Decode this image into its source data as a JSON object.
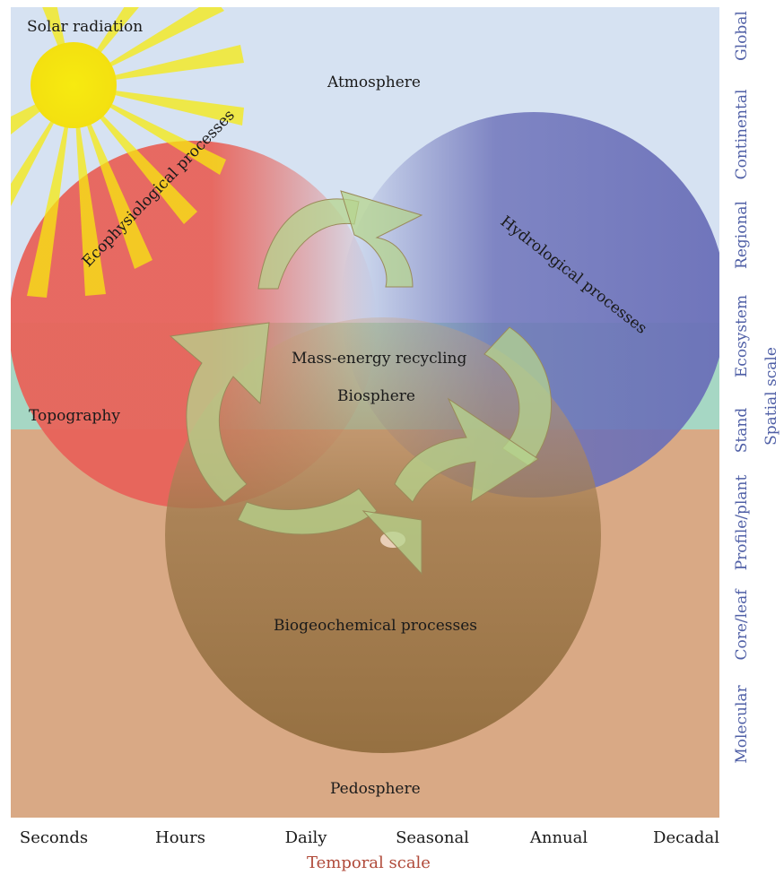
{
  "labels": {
    "solar_radiation": "Solar radiation",
    "atmosphere": "Atmosphere",
    "ecophysiological": "Ecophysiological processes",
    "hydrological": "Hydrological processes",
    "mass_energy": "Mass-energy recycling",
    "biosphere": "Biosphere",
    "topography": "Topography",
    "biogeochemical": "Biogeochemical processes",
    "pedosphere": "Pedosphere"
  },
  "temporal_axis": {
    "title": "Temporal scale",
    "ticks": [
      "Seconds",
      "Hours",
      "Daily",
      "Seasonal",
      "Annual",
      "Decadal"
    ]
  },
  "spatial_axis": {
    "title": "Spatial scale",
    "ticks": [
      "Global",
      "Continental",
      "Regional",
      "Ecosystem",
      "Stand",
      "Profile/plant",
      "Core/leaf",
      "Molecular"
    ]
  },
  "colors": {
    "sky": "#d6e2f2",
    "biosphere_band": "#a6d7c4",
    "pedosphere": "#d9a985",
    "eco_circle": "#e8635a",
    "hydro_circle": "#6a6fb8",
    "biogeo_circle": "#8e6a3a",
    "arrows": "#b5d48e",
    "sun": "#f7ea10",
    "spatial_text": "#4f5fa6",
    "temporal_title": "#b04a3a"
  }
}
